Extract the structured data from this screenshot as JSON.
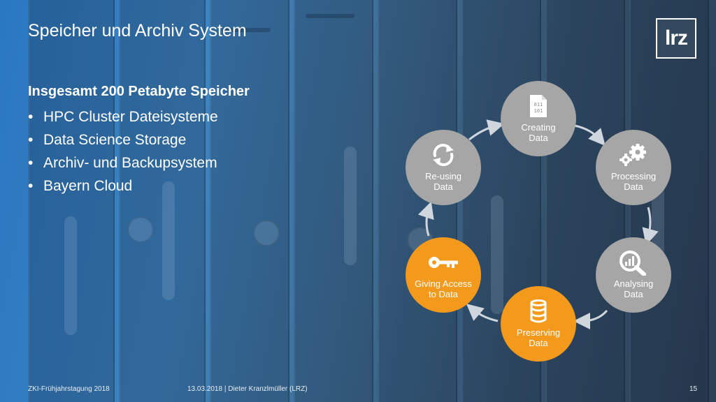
{
  "slide": {
    "title": "Speicher und Archiv System",
    "logo": "lrz",
    "heading": "Insgesamt 200 Petabyte Speicher",
    "bullets": [
      "HPC Cluster Dateisysteme",
      "Data Science Storage",
      "Archiv- und Backupsystem",
      "Bayern Cloud"
    ]
  },
  "cycle": {
    "nodes": [
      {
        "label": "Creating\nData",
        "icon": "binary-file-icon",
        "color": "#a6a6a6"
      },
      {
        "label": "Processing\nData",
        "icon": "gears-icon",
        "color": "#a6a6a6"
      },
      {
        "label": "Analysing\nData",
        "icon": "magnifier-chart-icon",
        "color": "#a6a6a6"
      },
      {
        "label": "Preserving\nData",
        "icon": "database-icon",
        "color": "#f39a1d"
      },
      {
        "label": "Giving Access\nto Data",
        "icon": "key-icon",
        "color": "#f39a1d"
      },
      {
        "label": "Re-using\nData",
        "icon": "recycle-arrows-icon",
        "color": "#a6a6a6"
      }
    ],
    "file_icon_text": [
      "011",
      "101"
    ]
  },
  "footer": {
    "left": "ZKI-Frühjahrstagung 2018",
    "center": "13.03.2018 | Dieter Kranzlmüller (LRZ)",
    "page": "15"
  },
  "colors": {
    "accent_orange": "#f39a1d",
    "node_gray": "#a6a6a6",
    "background_blue": "#2a78c2"
  }
}
